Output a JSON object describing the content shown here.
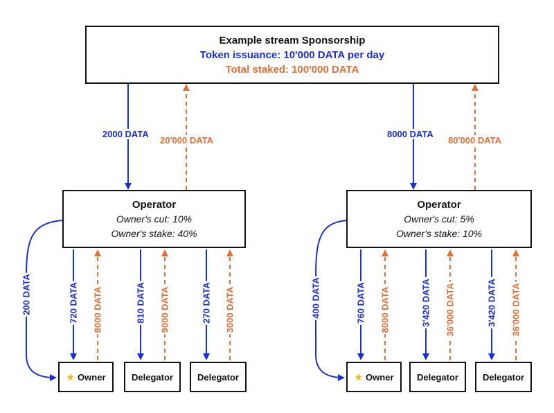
{
  "sponsorship": {
    "title": "Example stream Sponsorship",
    "issuance": "Token issuance: 10'000 DATA per day",
    "staked": "Total staked: 100'000 DATA"
  },
  "colors": {
    "flow_reward": "#1a2ed6",
    "flow_stake": "#e0703a"
  },
  "left": {
    "reward_in": "2000 DATA",
    "stake_out": "20'000 DATA",
    "operator": {
      "title": "Operator",
      "cut": "Owner's cut: 10%",
      "stake": "Owner's stake: 40%"
    },
    "owner_cut_flow": "200 DATA",
    "owner": {
      "label": "Owner",
      "icon": "star-icon",
      "reward": "720 DATA",
      "stake": "8000 DATA"
    },
    "delegator1": {
      "label": "Delegator",
      "reward": "810 DATA",
      "stake": "9000 DATA"
    },
    "delegator2": {
      "label": "Delegator",
      "reward": "270 DATA",
      "stake": "3000 DATA"
    }
  },
  "right": {
    "reward_in": "8000 DATA",
    "stake_out": "80'000 DATA",
    "operator": {
      "title": "Operator",
      "cut": "Owner's cut: 5%",
      "stake": "Owner's stake: 10%"
    },
    "owner_cut_flow": "400 DATA",
    "owner": {
      "label": "Owner",
      "icon": "star-icon",
      "reward": "760 DATA",
      "stake": "8000 DATA"
    },
    "delegator1": {
      "label": "Delegator",
      "reward": "3'420 DATA",
      "stake": "36'000 DATA"
    },
    "delegator2": {
      "label": "Delegator",
      "reward": "3'420 DATA",
      "stake": "36'000 DATA"
    }
  }
}
